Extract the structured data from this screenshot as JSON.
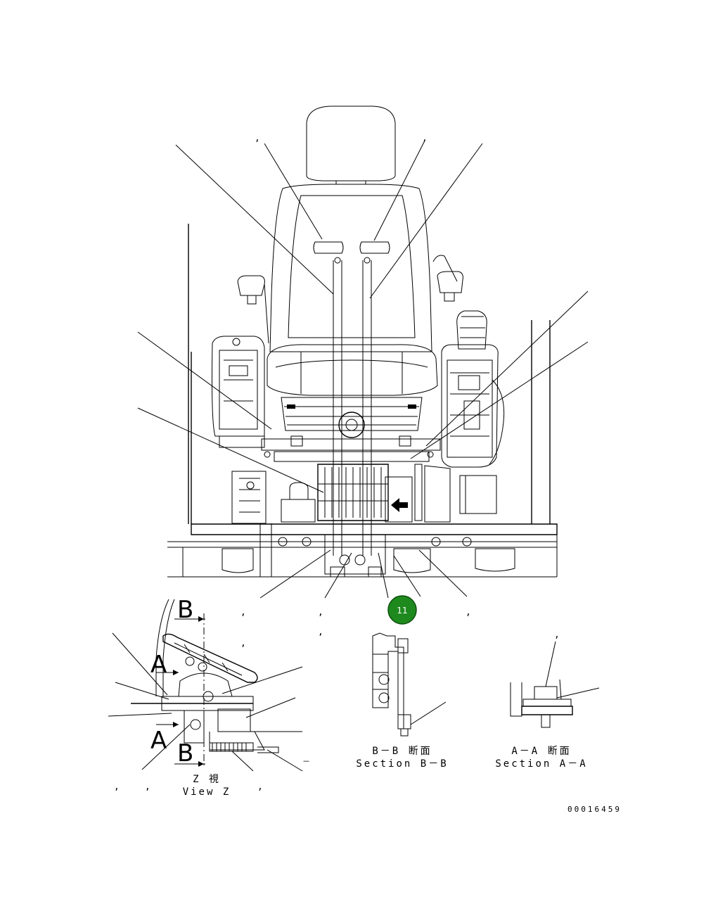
{
  "drawing": {
    "drawing_number": "00016459",
    "callout_badge": {
      "label": "11",
      "color": "#1e8a1e"
    },
    "section_markers": {
      "a": "A",
      "b": "B"
    },
    "views": [
      {
        "label_jp": "Z 視",
        "label_en": "View Z"
      },
      {
        "label_jp": "B－B 断面",
        "label_en": "Section B－B"
      },
      {
        "label_jp": "A－A 断面",
        "label_en": "Section A－A"
      }
    ],
    "separator": ","
  }
}
